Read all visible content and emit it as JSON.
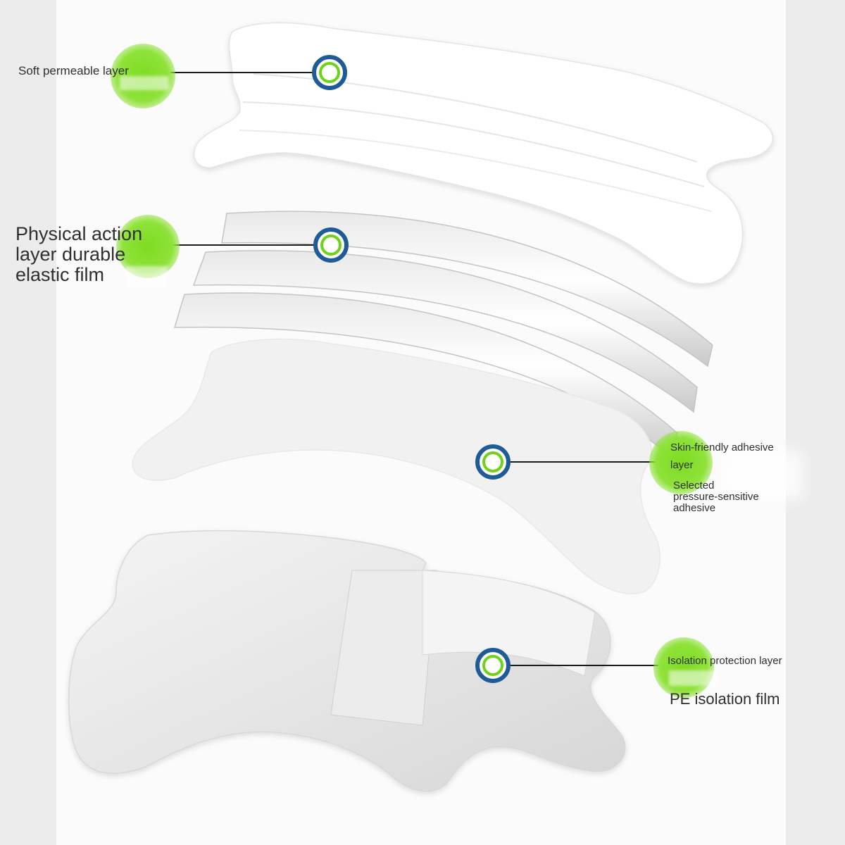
{
  "colors": {
    "accent_green": "#7ddc20",
    "marker_blue": "#1f5b96",
    "leader_line": "#1b1b1b",
    "text": "#2f2f2f"
  },
  "labels": {
    "soft_layer": "Soft permeable layer",
    "physical_layer_line1": "Physical action",
    "physical_layer_line2": "layer durable",
    "physical_layer_line3": "elastic film",
    "adhesive_line1": "Skin-friendly adhesive",
    "adhesive_line2": "layer",
    "adhesive_sub_line1": "Selected",
    "adhesive_sub_line2": "pressure-sensitive",
    "adhesive_sub_line3": "adhesive",
    "isolation_line1": "Isolation protection layer",
    "isolation_line2": "PE isolation film"
  }
}
